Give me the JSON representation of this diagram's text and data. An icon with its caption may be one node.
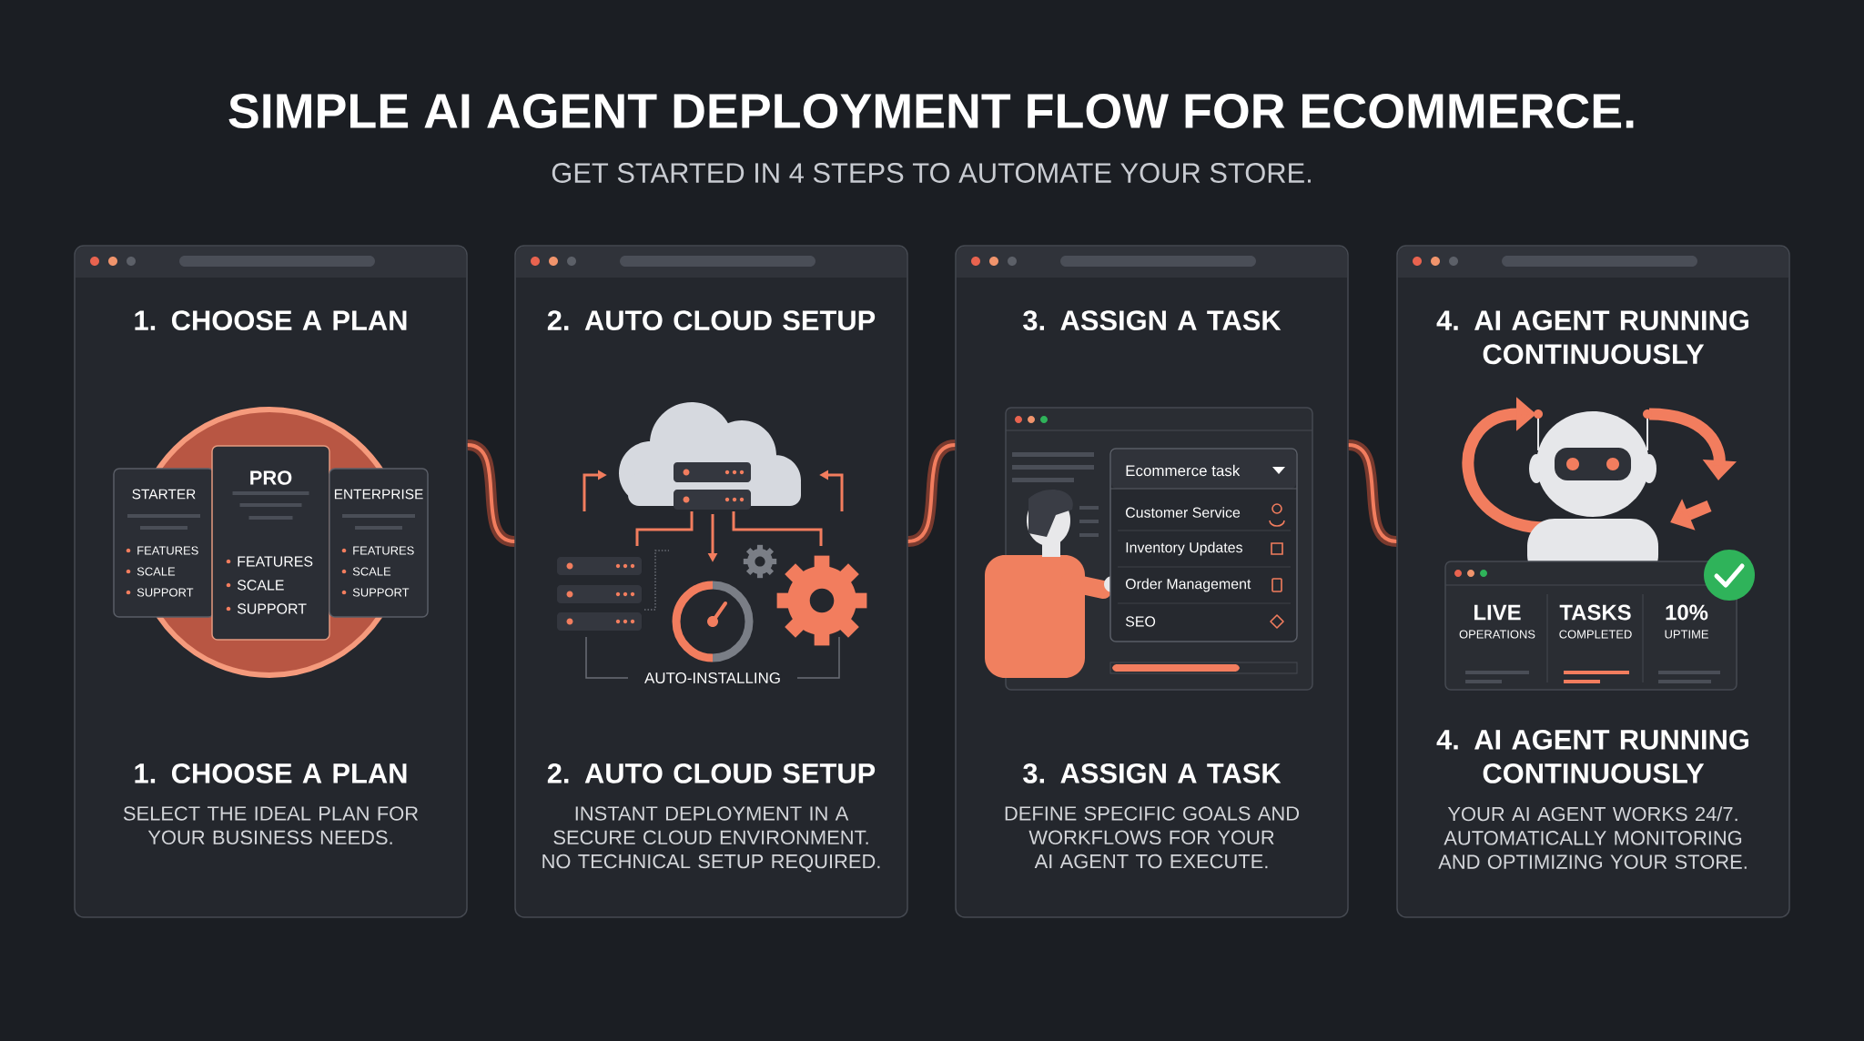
{
  "diagram": {
    "title": "SIMPLE AI AGENT DEPLOYMENT FLOW FOR ECOMMERCE.",
    "nodes": [
      {
        "text": [
          "1. CHOOSE A PLAN",
          "1. CHOOSE A PLAN",
          "SELECT THE IDEAL PLAN FOR YOUR BUSINESS NEEDS."
        ]
      },
      {
        "text": [
          "2. AUTO CLOUD SETUP",
          "2. AUTO CLOUD SETUP",
          "INSTANT DEPLOYMENT IN A SECURE CLOUD ENVIRONMENT. NO TECHNICAL SETUP REQUIRED."
        ]
      },
      {
        "text": [
          "3. ASSIGN A TASK",
          "3. ASSIGN A TASK",
          "DEFINE SPECIFIC GOALS AND WORKFLOWS FOR YOUR AI AGENT TO EXECUTE."
        ]
      },
      {
        "text": [
          "4. AI AGENT RUNNING CONTINUOUSLY",
          "4. AI AGENT RUNNING CONTINUOUSLY",
          "YOUR AI AGENT WORKS 24/7. AUTOMATICALLY MONITORING AND OPTIMIZING YOUR STORE."
        ]
      },
      {
        "text": [
          "STARTER",
          "FEATURES",
          "SCALE",
          "SUPPORT"
        ],
        "in": 0
      },
      {
        "text": [
          "PRO",
          "FEATURES",
          "SCALE",
          "SUPPORT"
        ],
        "in": 0
      },
      {
        "text": [
          "ENTERPRISE",
          "FEATURES",
          "SCALE",
          "SUPPORT"
        ],
        "in": 0
      },
      {
        "text": [
          "Ecommerce task",
          "Customer Service",
          "Inventory Updates",
          "Order Management",
          "SEO"
        ],
        "in": 2
      },
      {
        "text": [
          "LIVE",
          "OPERATIONS",
          "TASKS",
          "COMPLETED",
          "10%",
          "UPTIME"
        ],
        "in": 3
      }
    ],
    "edges": [
      {
        "from": 0,
        "to": 1,
        "arrow": "none"
      },
      {
        "from": 1,
        "to": 2,
        "arrow": "none"
      },
      {
        "from": 2,
        "to": 3,
        "arrow": "none"
      }
    ],
    "labels": [
      "GET STARTED IN 4 STEPS TO AUTOMATE YOUR STORE.",
      "AUTO-INSTALLING"
    ]
  }
}
